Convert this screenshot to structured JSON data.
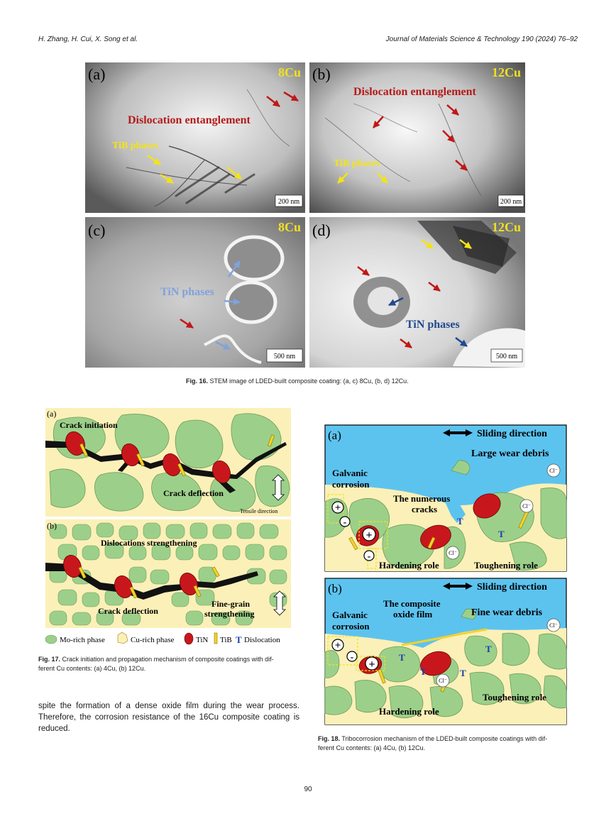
{
  "header": {
    "authors": "H. Zhang, H. Cui, X. Song et al.",
    "journal": "Journal of Materials Science & Technology 190 (2024) 76–92"
  },
  "fig16": {
    "panels": [
      {
        "letter": "(a)",
        "sample": "8Cu",
        "labels": [
          "Dislocation entanglement",
          "TiB phases"
        ],
        "scale": "200 nm"
      },
      {
        "letter": "(b)",
        "sample": "12Cu",
        "labels": [
          "Dislocation entanglement",
          "TiB phases"
        ],
        "scale": "200 nm"
      },
      {
        "letter": "(c)",
        "sample": "8Cu",
        "labels": [
          "TiN phases"
        ],
        "scale": "500 nm"
      },
      {
        "letter": "(d)",
        "sample": "12Cu",
        "labels": [
          "TiN phases"
        ],
        "scale": "500 nm"
      }
    ],
    "caption_label": "Fig. 16.",
    "caption_text": "STEM image of LDED-built composite coating: (a, c) 8Cu, (b, d) 12Cu."
  },
  "fig17": {
    "panel_a": {
      "letter": "(a)",
      "crack_initiation": "Crack initiation",
      "crack_deflection": "Crack deflection",
      "tensile": "Tensile direction"
    },
    "panel_b": {
      "letter": "(b)",
      "dislocations": "Dislocations strengthening",
      "crack_deflection": "Crack deflection",
      "fine_grain_1": "Fine-grain",
      "fine_grain_2": "strengthening"
    },
    "legend": {
      "mo": "Mo-rich phase",
      "cu": "Cu-rich phase",
      "tin": "TiN",
      "tib": "TiB",
      "disl": "Dislocation",
      "disl_symbol": "T"
    },
    "caption_label": "Fig. 17.",
    "caption_line1": "Crack initiation and propagation mechanism of composite coatings with dif-",
    "caption_line2": "ferent Cu contents: (a) 4Cu, (b) 12Cu."
  },
  "body": {
    "text": "spite the formation of a dense oxide film during the wear process. Therefore, the corrosion resistance of the 16Cu composite coating is reduced."
  },
  "fig18": {
    "panel_a": {
      "letter": "(a)",
      "sliding": "Sliding direction",
      "wear_debris": "Large wear debris",
      "galvanic_1": "Galvanic",
      "galvanic_2": "corrosion",
      "cracks_1": "The numerous",
      "cracks_2": "cracks",
      "hardening": "Hardening role",
      "toughening": "Toughening role",
      "cl": "Cl⁻",
      "plus": "+",
      "minus": "-"
    },
    "panel_b": {
      "letter": "(b)",
      "sliding": "Sliding direction",
      "oxide_1": "The composite",
      "oxide_2": "oxide film",
      "wear_debris": "Fine wear debris",
      "galvanic_1": "Galvanic",
      "galvanic_2": "corrosion",
      "hardening": "Hardening role",
      "toughening": "Toughening role",
      "cl": "Cl⁻",
      "plus": "+",
      "minus": "-"
    },
    "caption_label": "Fig. 18.",
    "caption_line1": "Tribocorrosion mechanism of the LDED-built composite coatings with dif-",
    "caption_line2": "ferent Cu contents: (a) 4Cu, (b) 12Cu."
  },
  "page_number": "90",
  "colors": {
    "mo": "#9cd08a",
    "cu": "#fbf0b8",
    "tin": "#c8171c",
    "tib": "#f5d22a",
    "water": "#5cc3ef",
    "arrow_red": "#c01818",
    "arrow_yellow": "#f2e31a",
    "arrow_blue": "#6f95d4",
    "arrow_navy": "#21488f"
  }
}
